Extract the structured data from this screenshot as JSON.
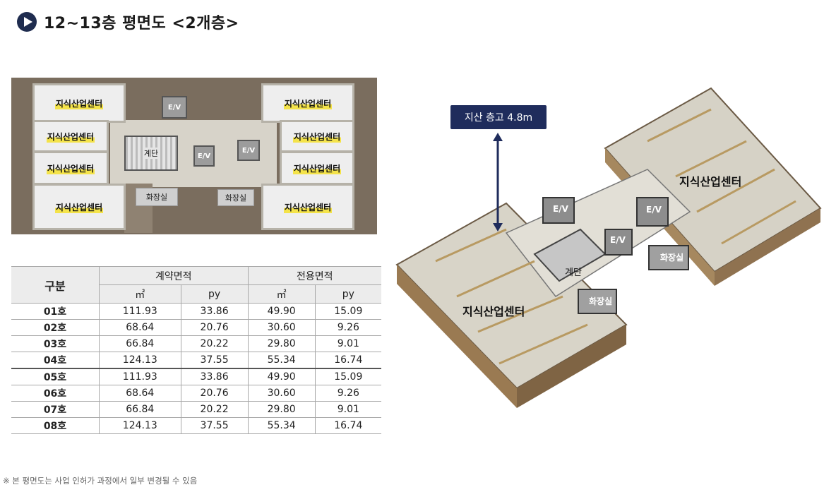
{
  "title": "12~13층  평면도 <2개층>",
  "plan": {
    "units": [
      "지식산업센터",
      "지식산업센터",
      "지식산업센터",
      "지식산업센터",
      "지식산업센터",
      "지식산업센터",
      "지식산업센터",
      "지식산업센터"
    ],
    "ev": "E/V",
    "stairs": "계단",
    "restroom": "화장실"
  },
  "table": {
    "header_gubun": "구분",
    "header_contract": "계약면적",
    "header_exclusive": "전용면적",
    "unit_m2": "㎡",
    "unit_py": "py",
    "rows": [
      {
        "ho": "01호",
        "c_m2": "111.93",
        "c_py": "33.86",
        "e_m2": "49.90",
        "e_py": "15.09"
      },
      {
        "ho": "02호",
        "c_m2": "68.64",
        "c_py": "20.76",
        "e_m2": "30.60",
        "e_py": "9.26"
      },
      {
        "ho": "03호",
        "c_m2": "66.84",
        "c_py": "20.22",
        "e_m2": "29.80",
        "e_py": "9.01"
      },
      {
        "ho": "04호",
        "c_m2": "124.13",
        "c_py": "37.55",
        "e_m2": "55.34",
        "e_py": "16.74"
      },
      {
        "ho": "05호",
        "c_m2": "111.93",
        "c_py": "33.86",
        "e_m2": "49.90",
        "e_py": "15.09"
      },
      {
        "ho": "06호",
        "c_m2": "68.64",
        "c_py": "20.76",
        "e_m2": "30.60",
        "e_py": "9.26"
      },
      {
        "ho": "07호",
        "c_m2": "66.84",
        "c_py": "20.22",
        "e_m2": "29.80",
        "e_py": "9.01"
      },
      {
        "ho": "08호",
        "c_m2": "124.13",
        "c_py": "37.55",
        "e_m2": "55.34",
        "e_py": "16.74"
      }
    ]
  },
  "iso": {
    "ceiling_height": "지산 층고 4.8m",
    "label_center": "지식산업센터",
    "ev": "E/V",
    "stairs": "계단",
    "restroom": "화장실"
  },
  "footnote": "※ 본 평면도는 사업 인허가 과정에서 일부 변경될 수 있음",
  "colors": {
    "accent": "#1f2c5c",
    "highlight": "#f4e34a"
  }
}
